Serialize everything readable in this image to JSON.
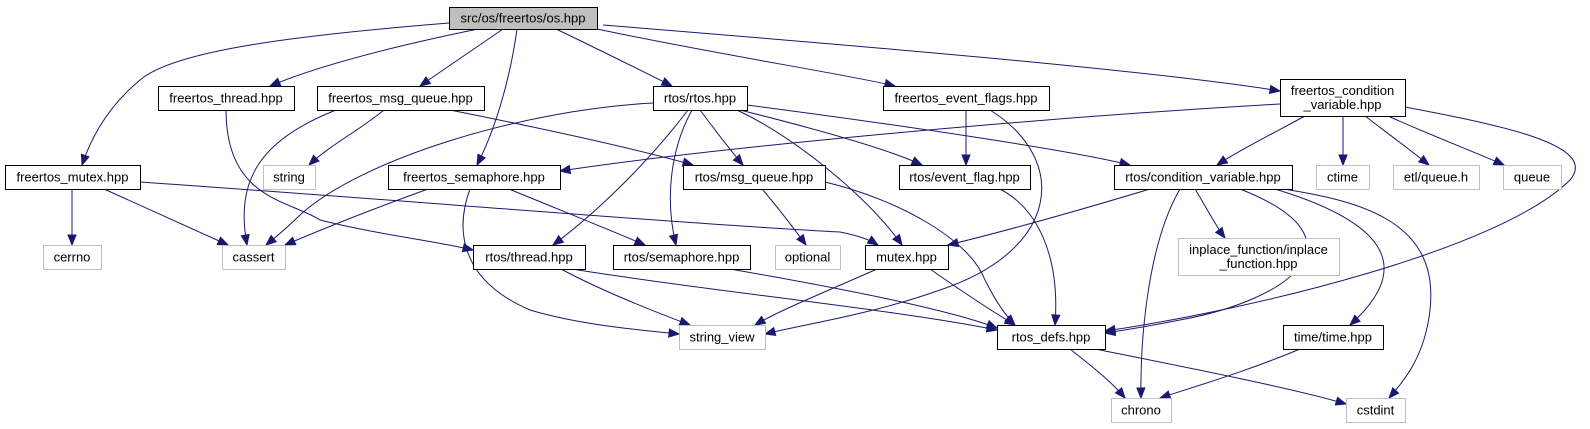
{
  "diagram": {
    "type": "include-dependency-graph",
    "edge_color": "#191970",
    "colors": {
      "root_fill": "#bfbfbf",
      "internal_border": "#000000",
      "external_border": "#bfbfbf"
    },
    "nodes": [
      {
        "id": "os",
        "label": [
          "src/os/freertos/os.hpp"
        ],
        "kind": "root"
      },
      {
        "id": "freertos_thread",
        "label": [
          "freertos_thread.hpp"
        ],
        "kind": "internal"
      },
      {
        "id": "freertos_msg_queue",
        "label": [
          "freertos_msg_queue.hpp"
        ],
        "kind": "internal"
      },
      {
        "id": "rtos_rtos",
        "label": [
          "rtos/rtos.hpp"
        ],
        "kind": "internal"
      },
      {
        "id": "freertos_event_flags",
        "label": [
          "freertos_event_flags.hpp"
        ],
        "kind": "internal"
      },
      {
        "id": "freertos_condition_variable",
        "label": [
          "freertos_condition",
          "_variable.hpp"
        ],
        "kind": "internal"
      },
      {
        "id": "freertos_mutex",
        "label": [
          "freertos_mutex.hpp"
        ],
        "kind": "internal"
      },
      {
        "id": "string",
        "label": [
          "string"
        ],
        "kind": "external"
      },
      {
        "id": "freertos_semaphore",
        "label": [
          "freertos_semaphore.hpp"
        ],
        "kind": "internal"
      },
      {
        "id": "rtos_msg_queue",
        "label": [
          "rtos/msg_queue.hpp"
        ],
        "kind": "internal"
      },
      {
        "id": "rtos_event_flag",
        "label": [
          "rtos/event_flag.hpp"
        ],
        "kind": "internal"
      },
      {
        "id": "rtos_condition_variable",
        "label": [
          "rtos/condition_variable.hpp"
        ],
        "kind": "internal"
      },
      {
        "id": "ctime",
        "label": [
          "ctime"
        ],
        "kind": "external"
      },
      {
        "id": "etl_queue",
        "label": [
          "etl/queue.h"
        ],
        "kind": "external"
      },
      {
        "id": "queue",
        "label": [
          "queue"
        ],
        "kind": "external"
      },
      {
        "id": "cerrno",
        "label": [
          "cerrno"
        ],
        "kind": "external"
      },
      {
        "id": "cassert",
        "label": [
          "cassert"
        ],
        "kind": "external"
      },
      {
        "id": "rtos_thread",
        "label": [
          "rtos/thread.hpp"
        ],
        "kind": "internal"
      },
      {
        "id": "rtos_semaphore",
        "label": [
          "rtos/semaphore.hpp"
        ],
        "kind": "internal"
      },
      {
        "id": "optional",
        "label": [
          "optional"
        ],
        "kind": "external"
      },
      {
        "id": "mutex",
        "label": [
          "mutex.hpp"
        ],
        "kind": "internal"
      },
      {
        "id": "inplace_function",
        "label": [
          "inplace_function/inplace",
          "_function.hpp"
        ],
        "kind": "external"
      },
      {
        "id": "string_view",
        "label": [
          "string_view"
        ],
        "kind": "external"
      },
      {
        "id": "rtos_defs",
        "label": [
          "rtos_defs.hpp"
        ],
        "kind": "internal"
      },
      {
        "id": "time_time",
        "label": [
          "time/time.hpp"
        ],
        "kind": "internal"
      },
      {
        "id": "chrono",
        "label": [
          "chrono"
        ],
        "kind": "external"
      },
      {
        "id": "cstdint",
        "label": [
          "cstdint"
        ],
        "kind": "external"
      }
    ],
    "edges": [
      {
        "from": "os",
        "to": "freertos_mutex"
      },
      {
        "from": "os",
        "to": "freertos_thread"
      },
      {
        "from": "os",
        "to": "freertos_msg_queue"
      },
      {
        "from": "os",
        "to": "freertos_semaphore"
      },
      {
        "from": "os",
        "to": "rtos_rtos"
      },
      {
        "from": "os",
        "to": "freertos_event_flags"
      },
      {
        "from": "os",
        "to": "freertos_condition_variable"
      },
      {
        "from": "freertos_thread",
        "to": "rtos_thread"
      },
      {
        "from": "freertos_msg_queue",
        "to": "string"
      },
      {
        "from": "freertos_msg_queue",
        "to": "cassert"
      },
      {
        "from": "freertos_msg_queue",
        "to": "rtos_msg_queue"
      },
      {
        "from": "rtos_rtos",
        "to": "cassert"
      },
      {
        "from": "rtos_rtos",
        "to": "rtos_thread"
      },
      {
        "from": "rtos_rtos",
        "to": "rtos_semaphore"
      },
      {
        "from": "rtos_rtos",
        "to": "rtos_msg_queue"
      },
      {
        "from": "rtos_rtos",
        "to": "mutex"
      },
      {
        "from": "rtos_rtos",
        "to": "rtos_event_flag"
      },
      {
        "from": "rtos_rtos",
        "to": "rtos_condition_variable"
      },
      {
        "from": "freertos_event_flags",
        "to": "rtos_event_flag"
      },
      {
        "from": "freertos_event_flags",
        "to": "string_view"
      },
      {
        "from": "freertos_condition_variable",
        "to": "freertos_semaphore"
      },
      {
        "from": "freertos_condition_variable",
        "to": "rtos_condition_variable"
      },
      {
        "from": "freertos_condition_variable",
        "to": "ctime"
      },
      {
        "from": "freertos_condition_variable",
        "to": "etl_queue"
      },
      {
        "from": "freertos_condition_variable",
        "to": "queue"
      },
      {
        "from": "freertos_condition_variable",
        "to": "rtos_defs"
      },
      {
        "from": "freertos_mutex",
        "to": "cerrno"
      },
      {
        "from": "freertos_mutex",
        "to": "cassert"
      },
      {
        "from": "freertos_mutex",
        "to": "mutex"
      },
      {
        "from": "freertos_semaphore",
        "to": "cassert"
      },
      {
        "from": "freertos_semaphore",
        "to": "rtos_semaphore"
      },
      {
        "from": "freertos_semaphore",
        "to": "string_view"
      },
      {
        "from": "rtos_msg_queue",
        "to": "optional"
      },
      {
        "from": "rtos_msg_queue",
        "to": "rtos_defs"
      },
      {
        "from": "rtos_event_flag",
        "to": "rtos_defs"
      },
      {
        "from": "rtos_condition_variable",
        "to": "mutex"
      },
      {
        "from": "rtos_condition_variable",
        "to": "inplace_function"
      },
      {
        "from": "rtos_condition_variable",
        "to": "chrono"
      },
      {
        "from": "rtos_condition_variable",
        "to": "rtos_defs"
      },
      {
        "from": "rtos_condition_variable",
        "to": "time_time"
      },
      {
        "from": "rtos_condition_variable",
        "to": "cstdint"
      },
      {
        "from": "rtos_thread",
        "to": "string_view"
      },
      {
        "from": "rtos_thread",
        "to": "rtos_defs"
      },
      {
        "from": "rtos_semaphore",
        "to": "rtos_defs"
      },
      {
        "from": "mutex",
        "to": "string_view"
      },
      {
        "from": "mutex",
        "to": "rtos_defs"
      },
      {
        "from": "rtos_defs",
        "to": "chrono"
      },
      {
        "from": "rtos_defs",
        "to": "cstdint"
      },
      {
        "from": "time_time",
        "to": "chrono"
      }
    ]
  }
}
